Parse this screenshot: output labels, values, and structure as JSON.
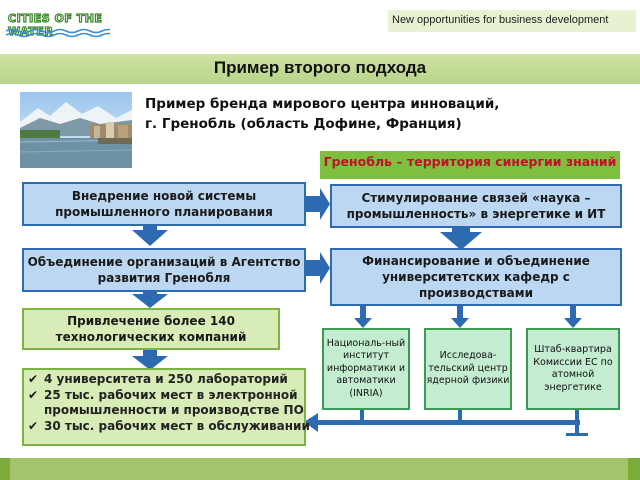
{
  "header": {
    "logo_text": "CITIES OF THE WATER",
    "tagline": "New opportunities for business development"
  },
  "title": "Пример второго подхода",
  "subtitle": {
    "line1": "Пример бренда мирового центра инноваций,",
    "line2": "г. Гренобль (область Дофине, Франция)"
  },
  "green_label": "Гренобль – территория синергии знаний",
  "left_column": {
    "box1": "Внедрение новой системы промышленного планирования",
    "box2": "Объединение организаций в Агентство развития Гренобля",
    "box3": "Привлечение более 140 технологических компаний"
  },
  "right_column": {
    "box1": "Стимулирование связей «наука – промышленность» в энергетике и ИТ",
    "box2": "Финансирование и объединение университетских кафедр с производствами"
  },
  "small_boxes": [
    {
      "label": "Националь-ный институт информатики и автоматики (INRIA)"
    },
    {
      "label": "Исследова-тельский центр ядерной физики"
    },
    {
      "label": "Штаб-квартира Комиссии ЕС по атомной энергетике"
    }
  ],
  "results": [
    "4 университета и 250 лабораторий",
    "25 тыс. рабочих мест в электронной промышленности и производстве ПО",
    "30 тыс. рабочих мест в обслуживании"
  ],
  "colors": {
    "arrow_blue": "#2d6ab2",
    "box_blue": "#bcd7f2",
    "green_label": "#7fbf3f",
    "label_red": "#c0102a",
    "title_bar": "#c4dc96",
    "footer": "#a4c46b"
  },
  "icons": {
    "check": "checkmark-icon",
    "arrow": "arrow-icon"
  }
}
